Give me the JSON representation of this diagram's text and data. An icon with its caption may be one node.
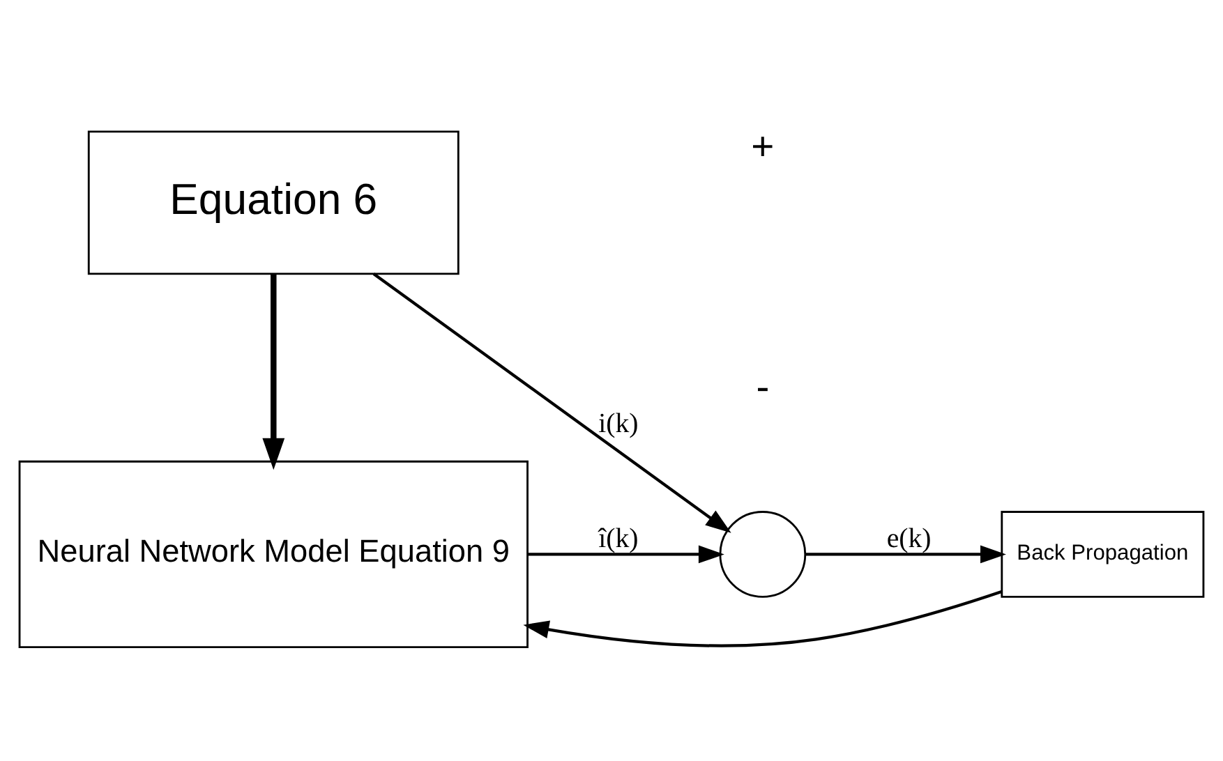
{
  "diagram": {
    "nodes": [
      {
        "text": [
          "Equation 6"
        ]
      },
      {
        "text": [
          "Neural Network Model Equation 9"
        ]
      },
      {
        "text": [],
        "shape": "circle"
      },
      {
        "text": [
          "Back Propagation"
        ]
      }
    ],
    "edges": [
      {
        "from": 0,
        "to": 2,
        "arrow": "to",
        "label": "i(k)"
      },
      {
        "from": 1,
        "to": 2,
        "arrow": "to",
        "label": "î(k)"
      },
      {
        "from": 2,
        "to": 3,
        "arrow": "to",
        "label": "e(k)"
      },
      {
        "from": 3,
        "to": 1,
        "arrow": "to"
      },
      {
        "from": 0,
        "to": 1,
        "arrow": "to",
        "style": "thick"
      }
    ],
    "labels": [
      "+",
      "-"
    ]
  }
}
